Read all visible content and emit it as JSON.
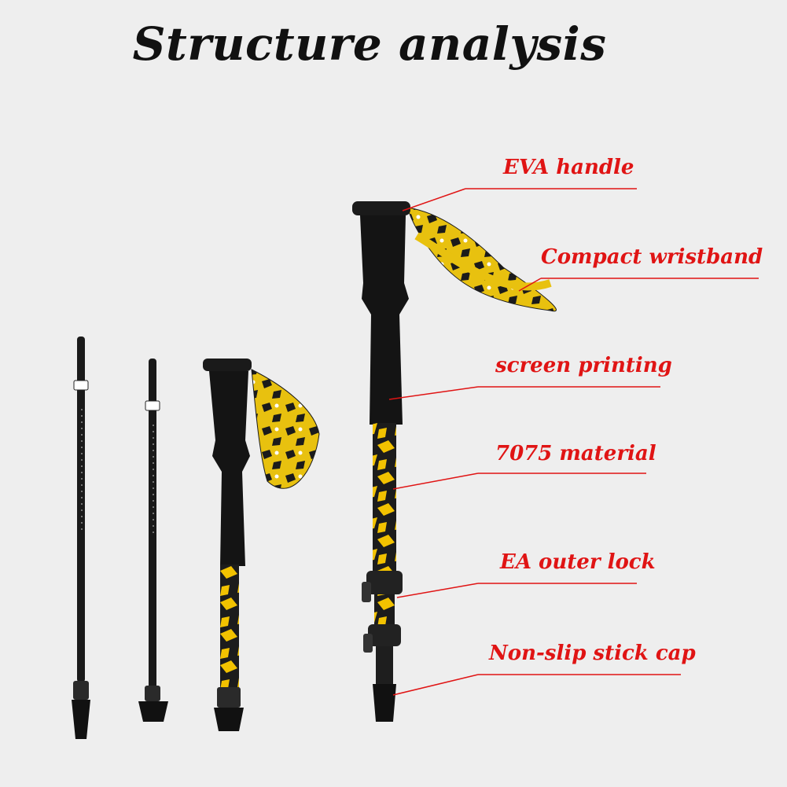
{
  "title": "Structure analysis",
  "accent_color": "#e01414",
  "callouts": [
    {
      "label": "EVA handle"
    },
    {
      "label": "Compact wristband"
    },
    {
      "label": "screen printing"
    },
    {
      "label": "7075 material"
    },
    {
      "label": "EA outer lock"
    },
    {
      "label": "Non-slip stick cap"
    }
  ]
}
